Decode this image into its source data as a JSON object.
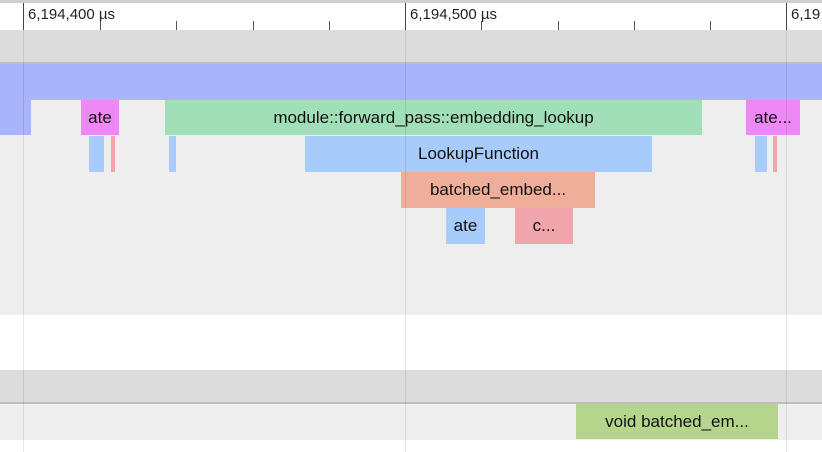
{
  "ruler": {
    "labels": [
      "6,194,400 µs",
      "6,194,500 µs",
      "6,19"
    ]
  },
  "slices": {
    "top_bar": "",
    "ate_1": "ate",
    "module_forward": "module::forward_pass::embedding_lookup",
    "ate_2": "ate...",
    "lookup_function": "LookupFunction",
    "batched_embed": "batched_embed...",
    "ate_3": "ate",
    "c_small": "c...",
    "void_batched": "void batched_em..."
  },
  "colors": {
    "top_bar": "#a9b4fa",
    "ate": "#ee88f5",
    "module_forward": "#a0dfb7",
    "lookup": "#a7cbfa",
    "batched_embed": "#eeae99",
    "c_small": "#f0a4ab",
    "void_batched": "#b6d58c",
    "light_blue_sliver": "#a7cbfa",
    "pink_sliver": "#f5a3ab"
  }
}
